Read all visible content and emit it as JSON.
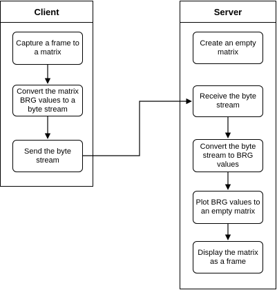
{
  "lanes": {
    "client": {
      "title": "Client",
      "nodes": [
        "Capture a frame to a matrix",
        "Convert the matrix BRG values to a byte stream",
        "Send the byte stream"
      ]
    },
    "server": {
      "title": "Server",
      "nodes": [
        "Create an empty matrix",
        "Receive the byte stream",
        "Convert the byte stream to BRG values",
        "Plot BRG values to an empty matrix",
        "Display the matrix as a frame"
      ]
    }
  },
  "colors": {
    "stroke": "#000000",
    "fill": "#ffffff"
  }
}
